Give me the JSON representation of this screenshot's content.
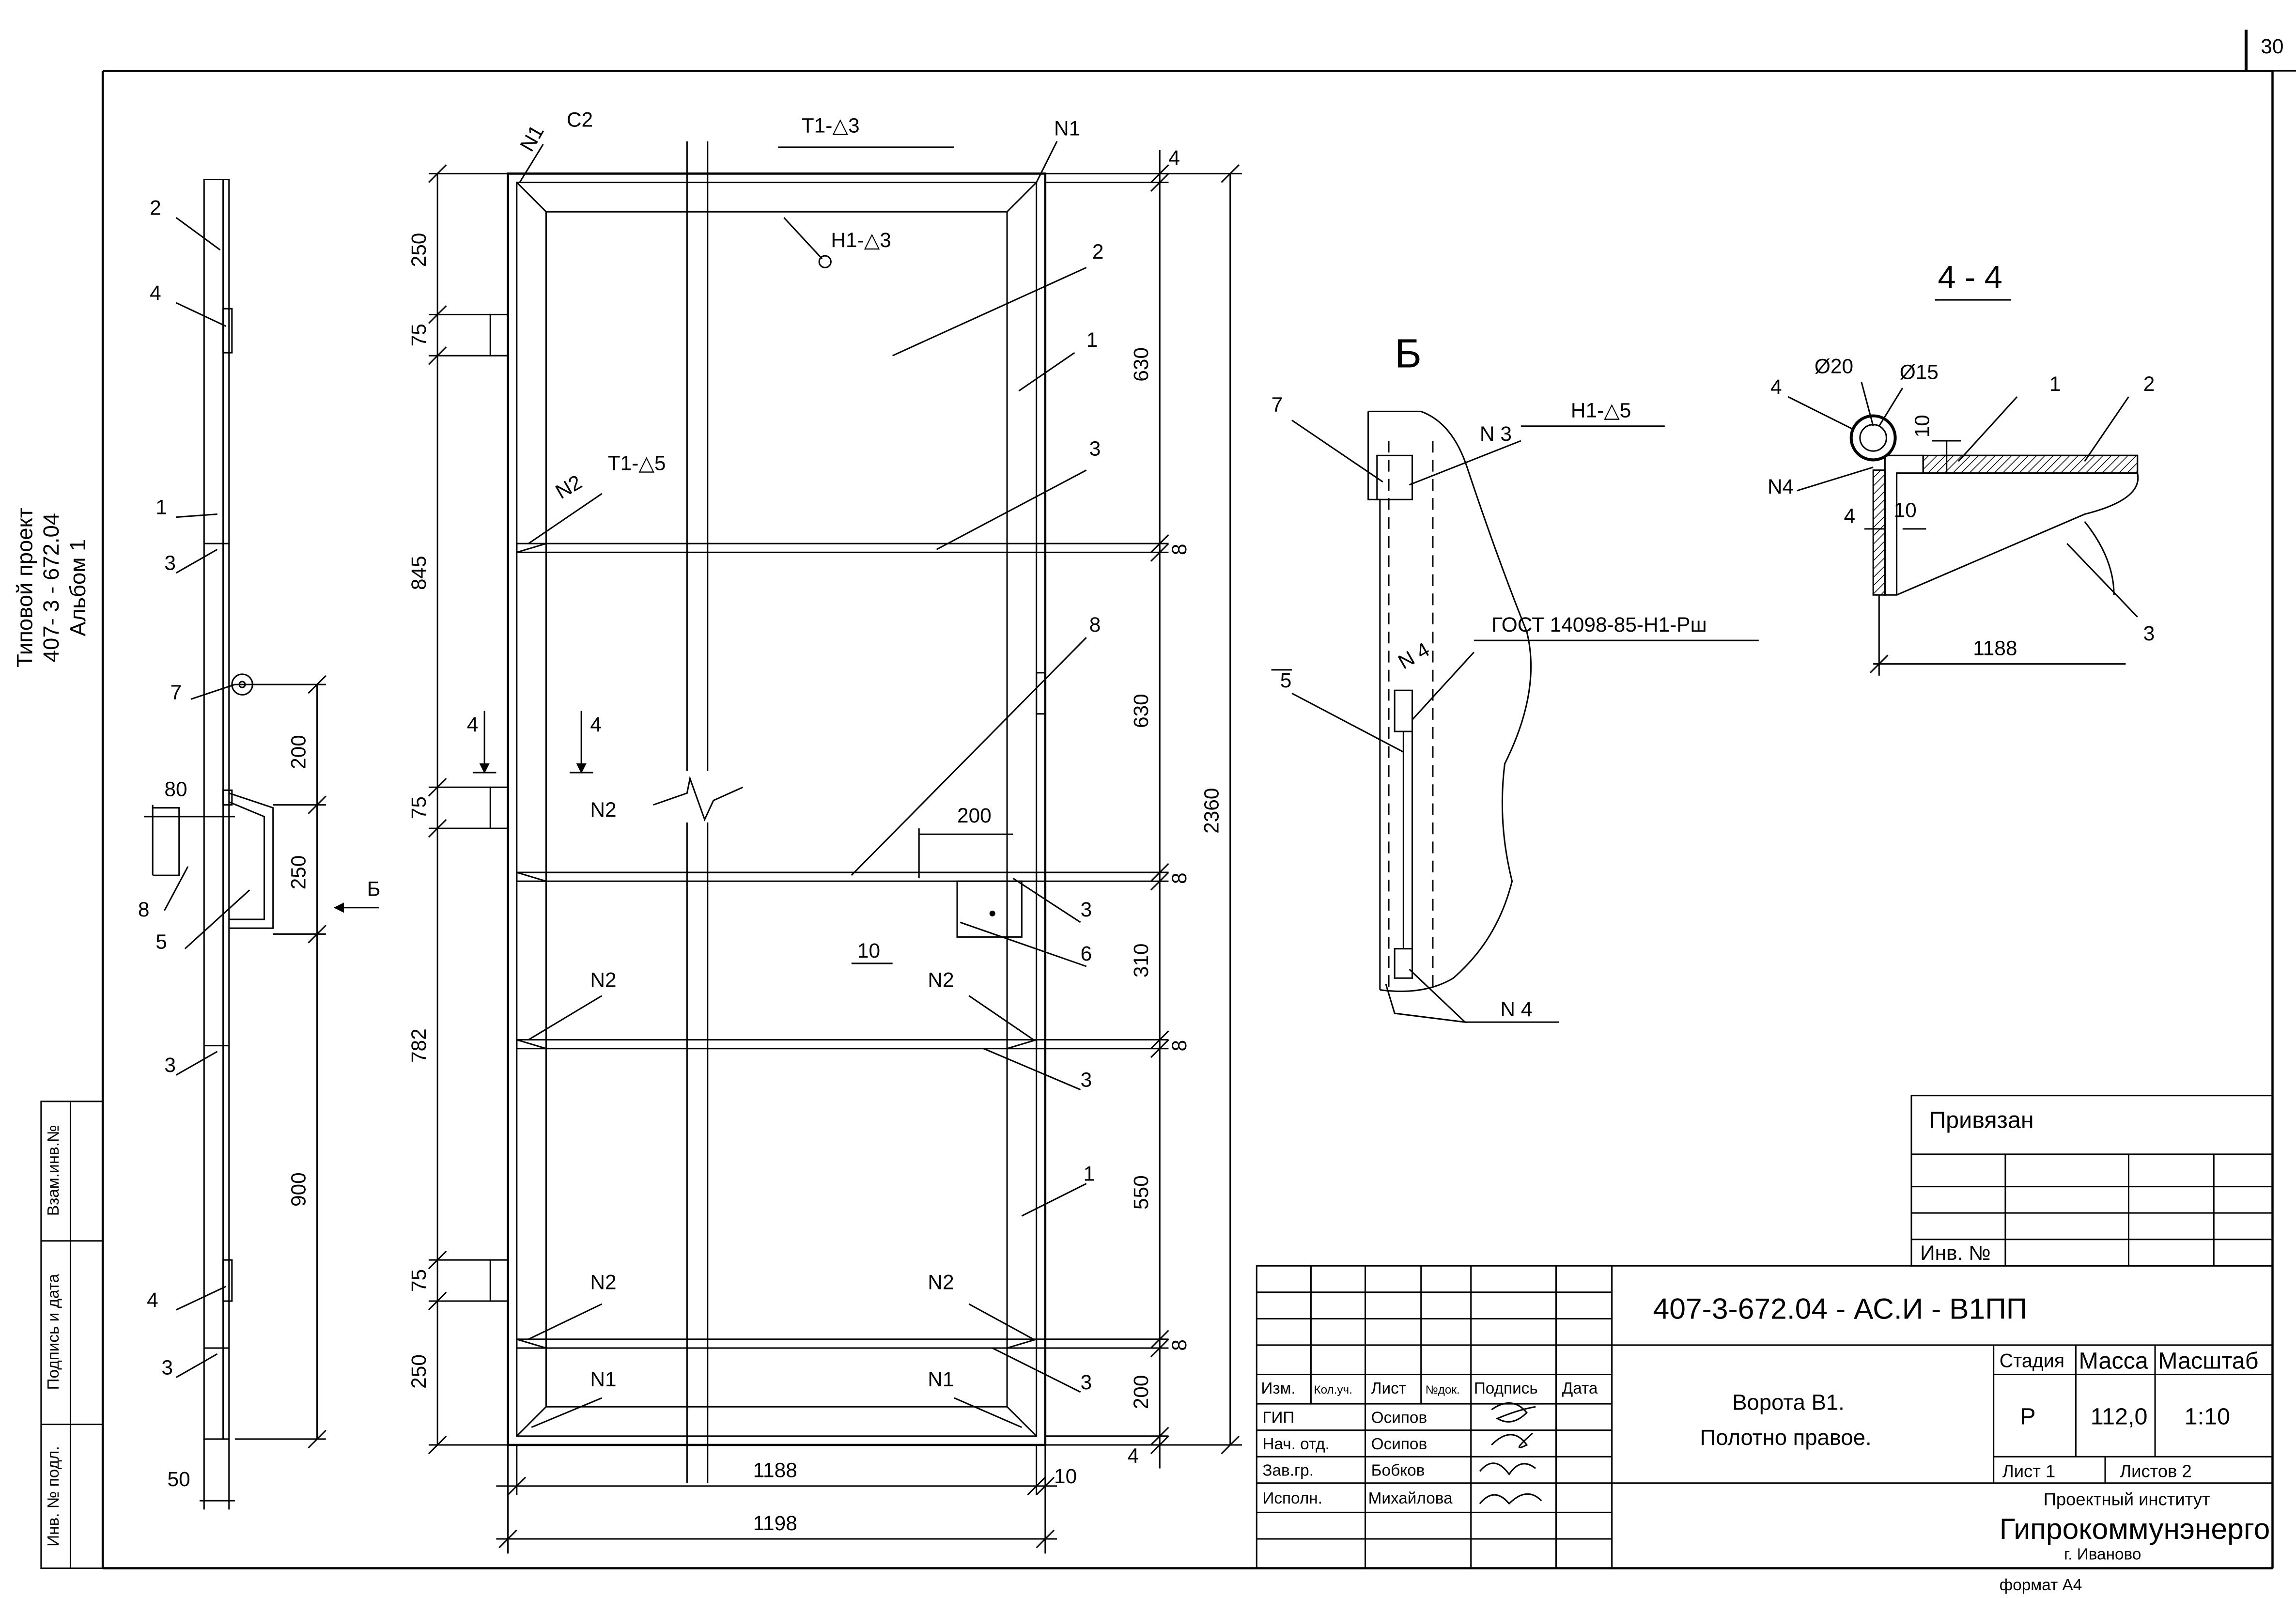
{
  "sheet": {
    "page_number": "30",
    "format": "формат А4",
    "side_title": [
      "Типовой проект",
      "407- 3 - 672.04",
      "Альбом 1"
    ],
    "side_stamp": [
      "Взам.инв.№",
      "Подпись и дата",
      "Инв. № подл."
    ]
  },
  "side_view": {
    "labels": {
      "l2": "2",
      "l4a": "4",
      "l1": "1",
      "l3a": "3",
      "l7": "7",
      "l80": "80",
      "l8": "8",
      "l5": "5",
      "l3b": "3",
      "l4b": "4",
      "l3c": "3",
      "l50": "50"
    },
    "dims": {
      "d200": "200",
      "d250": "250",
      "d900": "900"
    },
    "arrow_b": "Б"
  },
  "front_view": {
    "labels": {
      "c2": "С2",
      "n1_top": "N1",
      "t1_top": "Т1-△3",
      "n1_right": "N1",
      "h1": "Н1-△3",
      "p2": "2",
      "p1_top": "1",
      "n2_t1": "N2",
      "t1_mid": "Т1-△5",
      "p3_a": "3",
      "p8": "8",
      "n2_b": "N2",
      "d200_in": "200",
      "p3_b": "3",
      "p6": "6",
      "p10": "10",
      "n2_c_left": "N2",
      "n2_c_right": "N2",
      "p3_c": "3",
      "p1_bot": "1",
      "n2_d_left": "N2",
      "n2_d_right": "N2",
      "p3_d": "3",
      "n1_bl": "N1",
      "n1_br": "N1",
      "sec4a": "4",
      "sec4b": "4"
    },
    "dims_left": [
      "250",
      "75",
      "845",
      "75",
      "782",
      "75",
      "250"
    ],
    "dims_right": [
      "4",
      "630",
      "8",
      "630",
      "8",
      "310",
      "8",
      "550",
      "8",
      "200",
      "4"
    ],
    "dim_total": "2360",
    "dim_bottom_1188": "1188",
    "dim_bottom_10": "10",
    "dim_bottom_1198": "1198"
  },
  "detail_b": {
    "title": "Б",
    "labels": {
      "p7": "7",
      "n3": "N 3",
      "h1": "Н1-△5",
      "gost": "ГОСТ 14098-85-Н1-Рш",
      "n4_top": "N 4",
      "p5": "5",
      "n4_bot": "N 4"
    }
  },
  "section_44": {
    "title": "4 - 4",
    "labels": {
      "d20": "Ø20",
      "d15": "Ø15",
      "p4": "4",
      "p1": "1",
      "p2": "2",
      "d10a": "10",
      "n4": "N4",
      "d4": "4",
      "d10b": "10",
      "d1188": "1188",
      "p3": "3"
    }
  },
  "title_block": {
    "privyazan": "Привязан",
    "inv_no": "Инв. №",
    "code": "407-3-672.04 - АС.И - В1ПП",
    "headers": [
      "Изм.",
      "Кол.уч.",
      "Лист",
      "№док.",
      "Подпись",
      "Дата"
    ],
    "staff": [
      {
        "role": "ГИП",
        "name": "Осипов"
      },
      {
        "role": "Нач. отд.",
        "name": "Осипов"
      },
      {
        "role": "Зав.гр.",
        "name": "Бобков"
      },
      {
        "role": "Исполн.",
        "name": "Михайлова"
      }
    ],
    "description": [
      "Ворота В1.",
      "Полотно правое."
    ],
    "stage_h": "Стадия",
    "mass_h": "Масса",
    "scale_h": "Масштаб",
    "stage": "Р",
    "mass": "112,0",
    "scale": "1:10",
    "sheet_label": "Лист 1",
    "sheets_label": "Листов 2",
    "org1": "Проектный институт",
    "org2": "Гипрокоммунэнерго",
    "org3": "г. Иваново"
  }
}
